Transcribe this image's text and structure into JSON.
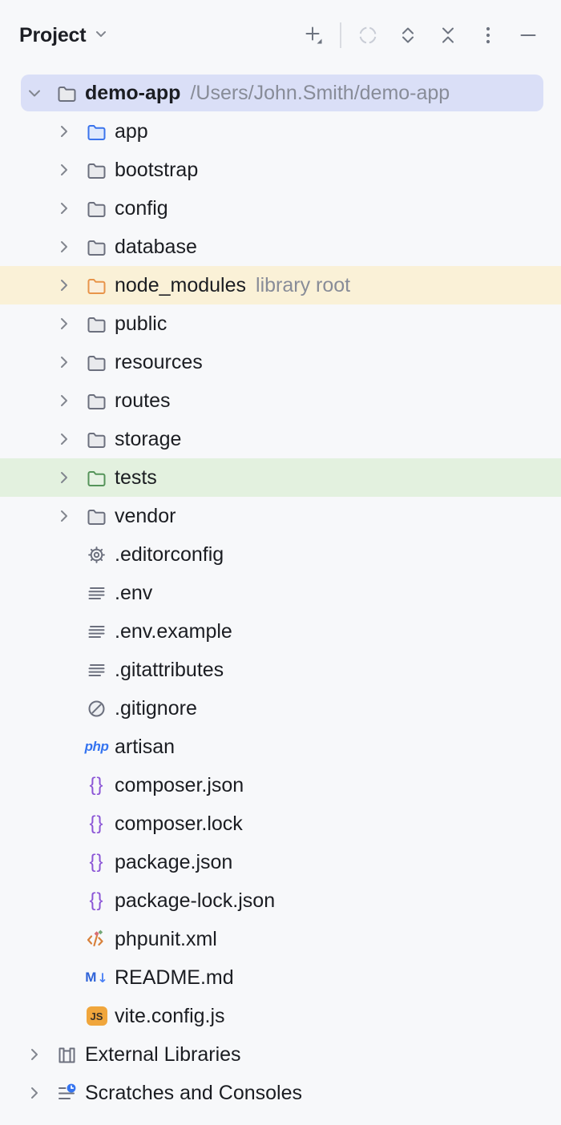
{
  "header": {
    "title": "Project",
    "toolbar": [
      {
        "name": "add",
        "icon": "plus-dropdown-icon"
      },
      {
        "name": "separator"
      },
      {
        "name": "select-opened-file",
        "icon": "locate-target-icon",
        "disabled": true
      },
      {
        "name": "expand-all",
        "icon": "expand-all-icon"
      },
      {
        "name": "collapse-all",
        "icon": "collapse-all-icon"
      },
      {
        "name": "more-options",
        "icon": "kebab-menu-icon"
      },
      {
        "name": "hide-tool-window",
        "icon": "minimize-icon"
      }
    ]
  },
  "tree": {
    "items": [
      {
        "label": "demo-app",
        "bold": true,
        "suffix": "/Users/John.Smith/demo-app",
        "icon": "folder-gray",
        "chevron": "down",
        "level": 0,
        "highlight": "selected"
      },
      {
        "label": "app",
        "icon": "folder-blue",
        "chevron": "right",
        "level": 1
      },
      {
        "label": "bootstrap",
        "icon": "folder-gray",
        "chevron": "right",
        "level": 1
      },
      {
        "label": "config",
        "icon": "folder-gray",
        "chevron": "right",
        "level": 1
      },
      {
        "label": "database",
        "icon": "folder-gray",
        "chevron": "right",
        "level": 1
      },
      {
        "label": "node_modules",
        "suffix": "library root",
        "icon": "folder-orange",
        "chevron": "right",
        "level": 1,
        "highlight": "library"
      },
      {
        "label": "public",
        "icon": "folder-gray",
        "chevron": "right",
        "level": 1
      },
      {
        "label": "resources",
        "icon": "folder-gray",
        "chevron": "right",
        "level": 1
      },
      {
        "label": "routes",
        "icon": "folder-gray",
        "chevron": "right",
        "level": 1
      },
      {
        "label": "storage",
        "icon": "folder-gray",
        "chevron": "right",
        "level": 1
      },
      {
        "label": "tests",
        "icon": "folder-green",
        "chevron": "right",
        "level": 1,
        "highlight": "tests"
      },
      {
        "label": "vendor",
        "icon": "folder-gray",
        "chevron": "right",
        "level": 1
      },
      {
        "label": ".editorconfig",
        "icon": "gear",
        "level": 1
      },
      {
        "label": ".env",
        "icon": "text-file",
        "level": 1
      },
      {
        "label": ".env.example",
        "icon": "text-file",
        "level": 1
      },
      {
        "label": ".gitattributes",
        "icon": "text-file",
        "level": 1
      },
      {
        "label": ".gitignore",
        "icon": "ignore",
        "level": 1
      },
      {
        "label": "artisan",
        "icon": "php",
        "level": 1
      },
      {
        "label": "composer.json",
        "icon": "json-braces",
        "level": 1
      },
      {
        "label": "composer.lock",
        "icon": "json-braces",
        "level": 1
      },
      {
        "label": "package.json",
        "icon": "json-braces",
        "level": 1
      },
      {
        "label": "package-lock.json",
        "icon": "json-braces",
        "level": 1
      },
      {
        "label": "phpunit.xml",
        "icon": "phpunit-xml",
        "level": 1
      },
      {
        "label": "README.md",
        "icon": "markdown",
        "level": 1
      },
      {
        "label": "vite.config.js",
        "icon": "javascript",
        "level": 1
      },
      {
        "label": "External Libraries",
        "icon": "external-libraries",
        "chevron": "right",
        "level": 0
      },
      {
        "label": "Scratches and Consoles",
        "icon": "scratches",
        "chevron": "right",
        "level": 0
      }
    ]
  },
  "icon_text": {
    "php": "php",
    "json_braces": "{}",
    "markdown_m": "M",
    "markdown_arrow": "↓",
    "javascript": "JS"
  },
  "colors": {
    "selection_bg": "#dadff7",
    "library_root_bg": "#faf1d7",
    "tests_root_bg": "#e3f1df",
    "accent_blue": "#3574f0",
    "folder_gray": "#6c707e",
    "folder_gray_fill": "#e9eaed",
    "folder_blue": "#3b74ec",
    "folder_blue_fill": "#dfe9fc",
    "folder_orange": "#e8944a",
    "folder_orange_fill": "#faeedb",
    "folder_green": "#55945a",
    "folder_green_fill": "#e7f2e4",
    "json_purple": "#8b55d6",
    "js_badge": "#f0a63c",
    "xml_orange": "#d8813c",
    "flag_red": "#d96d73",
    "flag_green": "#74a877",
    "chevron_gray": "#82868f",
    "toolbar_icon": "#6e7480",
    "toolbar_icon_disabled": "#c9cdd6",
    "text_primary": "#1b1d22",
    "text_secondary": "#888c98"
  }
}
